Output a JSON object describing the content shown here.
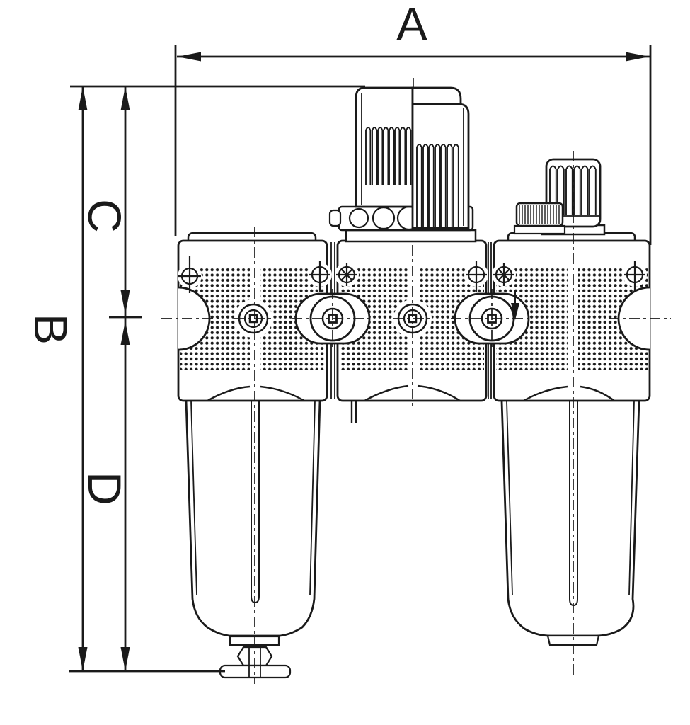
{
  "drawing": {
    "background": "#ffffff",
    "ink": "#1a1a1a",
    "dimension_labels": {
      "a": "A",
      "b": "B",
      "c": "C",
      "d": "D"
    }
  }
}
